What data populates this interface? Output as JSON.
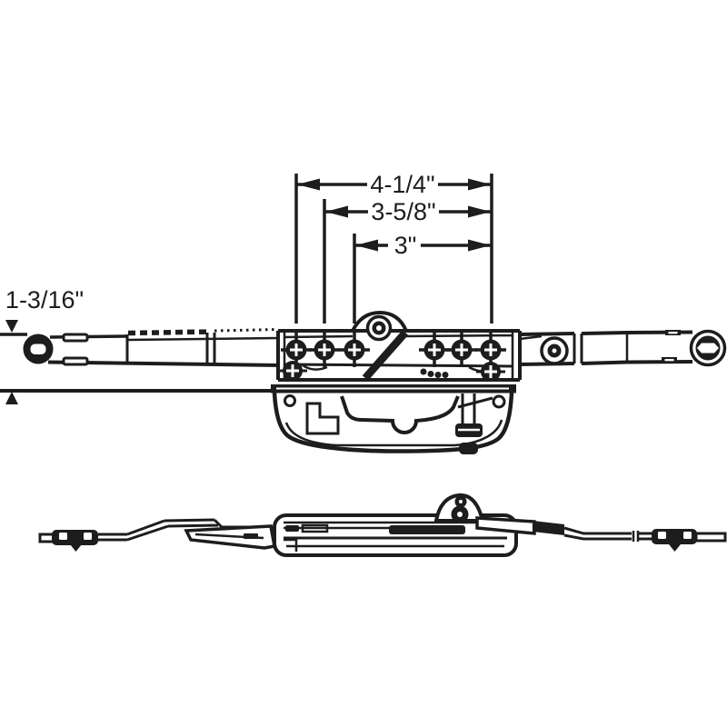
{
  "colors": {
    "background": "#ffffff",
    "line": "#1d1d1d"
  },
  "dimensions": {
    "width_overall": {
      "label": "4-1/4\""
    },
    "width_mid": {
      "label": "3-5/8\""
    },
    "width_inner": {
      "label": "3\""
    },
    "height_offset": {
      "label": "1-3/16\""
    }
  }
}
